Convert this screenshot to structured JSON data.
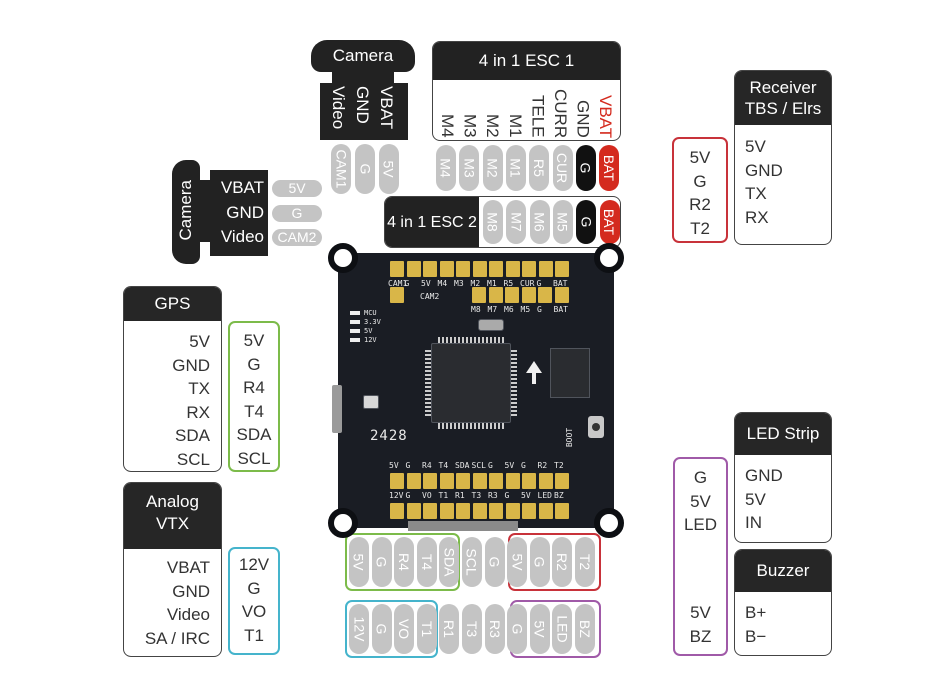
{
  "camera1": {
    "title": "Camera",
    "wires": [
      "Video",
      "GND",
      "VBAT"
    ],
    "pads": [
      "CAM1",
      "G",
      "5V"
    ]
  },
  "camera2": {
    "title": "Camera",
    "wires": [
      "VBAT",
      "GND",
      "Video"
    ],
    "pads": [
      "5V",
      "G",
      "CAM2"
    ]
  },
  "esc1": {
    "title": "4 in 1 ESC 1",
    "wires": [
      "M4",
      "M3",
      "M2",
      "M1",
      "TELE",
      "CURR",
      "GND",
      "VBAT"
    ],
    "pads": [
      "M4",
      "M3",
      "M2",
      "M1",
      "R5",
      "CUR",
      "G",
      "BAT"
    ]
  },
  "esc2": {
    "title": "4 in 1 ESC 2",
    "pads": [
      "M8",
      "M7",
      "M6",
      "M5",
      "G",
      "BAT"
    ]
  },
  "receiver": {
    "title_line1": "Receiver",
    "title_line2": "TBS / Elrs",
    "device_pins": [
      "5V",
      "GND",
      "TX",
      "RX"
    ],
    "fc_pins": [
      "5V",
      "G",
      "R2",
      "T2"
    ]
  },
  "gps": {
    "title": "GPS",
    "device_pins": [
      "5V",
      "GND",
      "TX",
      "RX",
      "SDA",
      "SCL"
    ],
    "fc_pins": [
      "5V",
      "G",
      "R4",
      "T4",
      "SDA",
      "SCL"
    ]
  },
  "vtx": {
    "title_line1": "Analog",
    "title_line2": "VTX",
    "device_pins": [
      "VBAT",
      "GND",
      "Video",
      "SA / IRC"
    ],
    "fc_pins": [
      "12V",
      "G",
      "VO",
      "T1"
    ]
  },
  "led_strip": {
    "title": "LED Strip",
    "device_pins": [
      "GND",
      "5V",
      "IN"
    ],
    "fc_pins": [
      "G",
      "5V",
      "LED"
    ]
  },
  "buzzer": {
    "title": "Buzzer",
    "device_pins": [
      "B+",
      "B−"
    ],
    "fc_pins": [
      "5V",
      "BZ"
    ]
  },
  "bottom_row1": [
    "5V",
    "G",
    "R4",
    "T4",
    "SDA",
    "SCL",
    "G",
    "5V",
    "G",
    "R2",
    "T2"
  ],
  "bottom_row2": [
    "12V",
    "G",
    "VO",
    "T1",
    "R1",
    "T3",
    "R3",
    "G",
    "5V",
    "LED",
    "BZ"
  ],
  "board": {
    "top_labels": [
      "CAM1",
      "G",
      "5V",
      "M4",
      "M3",
      "M2",
      "M1",
      "R5",
      "CUR",
      "G",
      "BAT"
    ],
    "cam2_label": "CAM2",
    "esc2_labels": [
      "M8",
      "M7",
      "M6",
      "M5",
      "G",
      "BAT"
    ],
    "led_labels": [
      "MCU",
      "3.3V",
      "5V",
      "12V"
    ],
    "row1_labels": [
      "5V",
      "G",
      "R4",
      "T4",
      "SDA",
      "SCL",
      "G",
      "5V",
      "G",
      "R2",
      "T2"
    ],
    "row2_labels": [
      "12V",
      "G",
      "VO",
      "T1",
      "R1",
      "T3",
      "R3",
      "G",
      "5V",
      "LED",
      "BZ"
    ],
    "size_label": "2428",
    "boot_label": "BOOT"
  },
  "colors": {
    "gps_group": "#7cbb4a",
    "receiver_group": "#c8323a",
    "vtx_group": "#45b4cc",
    "led_buzzer_group": "#a05aa8",
    "vbat_red": "#d42a1e"
  }
}
